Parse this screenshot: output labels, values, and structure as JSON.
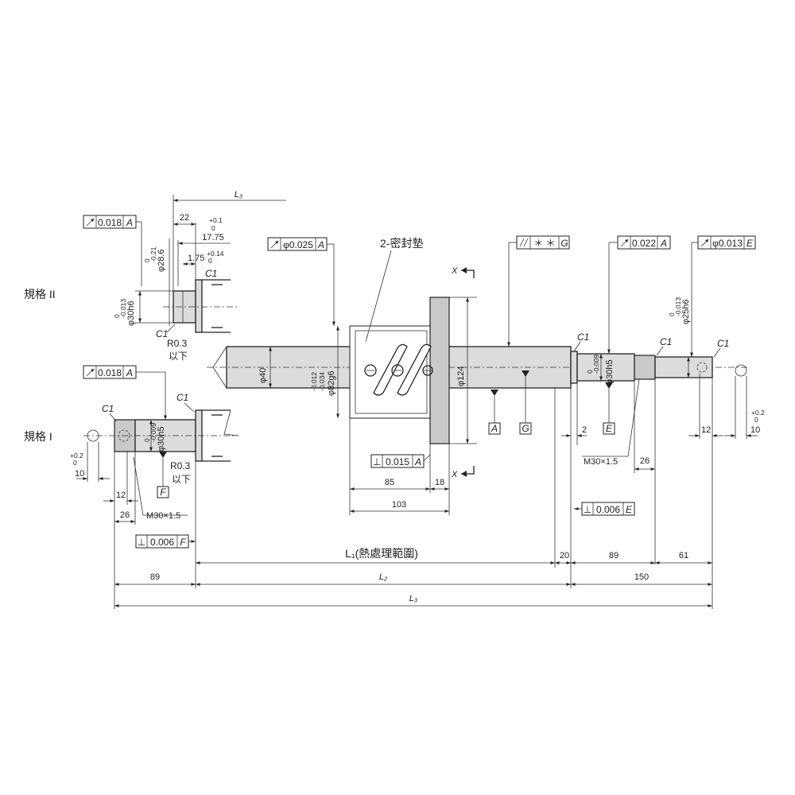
{
  "labels": {
    "spec2": "規格 II",
    "spec1": "規格 I",
    "seal": "2-密封墊",
    "heat_range": "L₁(熱處理範圍)",
    "l2": "L₂",
    "l3": "L₃",
    "l3_top": "L₃",
    "x_top": "X",
    "x_bottom": "X"
  },
  "tolerances": {
    "t1": "0.018",
    "t1_ref": "A",
    "t2": "0.018",
    "t2_ref": "A",
    "t3": "φ0.025",
    "t3_ref": "A",
    "t4": "＊ ＊",
    "t4_ref": "G",
    "t5": "0.022",
    "t5_ref": "A",
    "t6": "φ0.013",
    "t6_ref": "E",
    "t7": "0.015",
    "t7_ref": "A",
    "t8": "0.006",
    "t8_ref": "E",
    "t9": "0.006",
    "t9_ref": "F"
  },
  "datums": {
    "a": "A",
    "g": "G",
    "e": "E",
    "f": "F"
  },
  "dims": {
    "d22": "22",
    "d17_75": "17.75",
    "d17_tol_up": "+0.1",
    "d17_tol_lo": "0",
    "d1_75": "1.75",
    "d1_75_tol_up": "+0.14",
    "d1_75_tol_lo": "0",
    "phi28_6": "φ28.6",
    "phi28_tol_up": "0",
    "phi28_tol_lo": "-0.21",
    "phi30h6": "φ30h6",
    "phi30h6_up": "0",
    "phi30h6_lo": "-0.013",
    "c1": "C1",
    "r03": "R0.3",
    "below": "以下",
    "phi30h5": "φ30h5",
    "phi30h5_up": "0",
    "phi30h5_lo": "-0.009",
    "d10": "10",
    "d10_up": "+0.2",
    "d10_lo": "0",
    "d12": "12",
    "d26": "26",
    "m30": "M30×1.5",
    "phi40": "φ40",
    "phi82g6": "φ82g6",
    "phi82_up": "-0.012",
    "phi82_lo": "-0.034",
    "phi124": "φ124",
    "d85": "85",
    "d18": "18",
    "d103": "103",
    "d2": "2",
    "phi25h6": "φ25h6",
    "phi25_up": "0",
    "phi25_lo": "-0.013",
    "d20": "20",
    "d89": "89",
    "d61": "61",
    "d150": "150",
    "d89_left": "89"
  }
}
